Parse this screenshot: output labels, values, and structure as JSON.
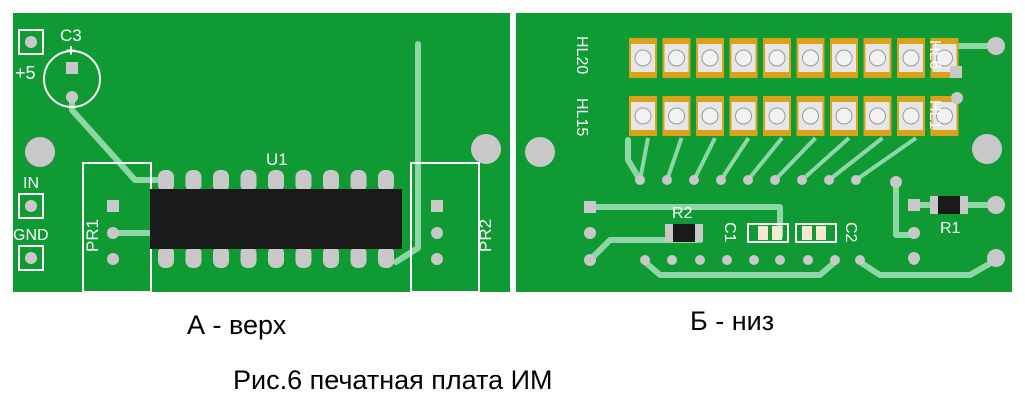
{
  "colors": {
    "board": "#0f9a34",
    "trace": "#8fd6a6",
    "pad": "#c8c8c8",
    "silkscreen": "#ffffff",
    "chip": "#1a1a1a",
    "led_pad": "#d9a21a"
  },
  "top_board": {
    "labels": {
      "c3": "C3",
      "plus": "+",
      "plus5": "+5",
      "u1": "U1",
      "in": "IN",
      "gnd": "GND",
      "pr1": "PR1",
      "pr2": "PR2"
    }
  },
  "bottom_board": {
    "labels": {
      "hl20": "HL20",
      "hl15": "HL15",
      "hl6": "HL6",
      "hl1": "HL1",
      "r2": "R2",
      "c1": "C1",
      "c2": "C2",
      "r1": "R1"
    }
  },
  "captions": {
    "top": "А - верх",
    "bottom": "Б - низ",
    "figure": "Рис.6 печатная плата ИМ"
  }
}
